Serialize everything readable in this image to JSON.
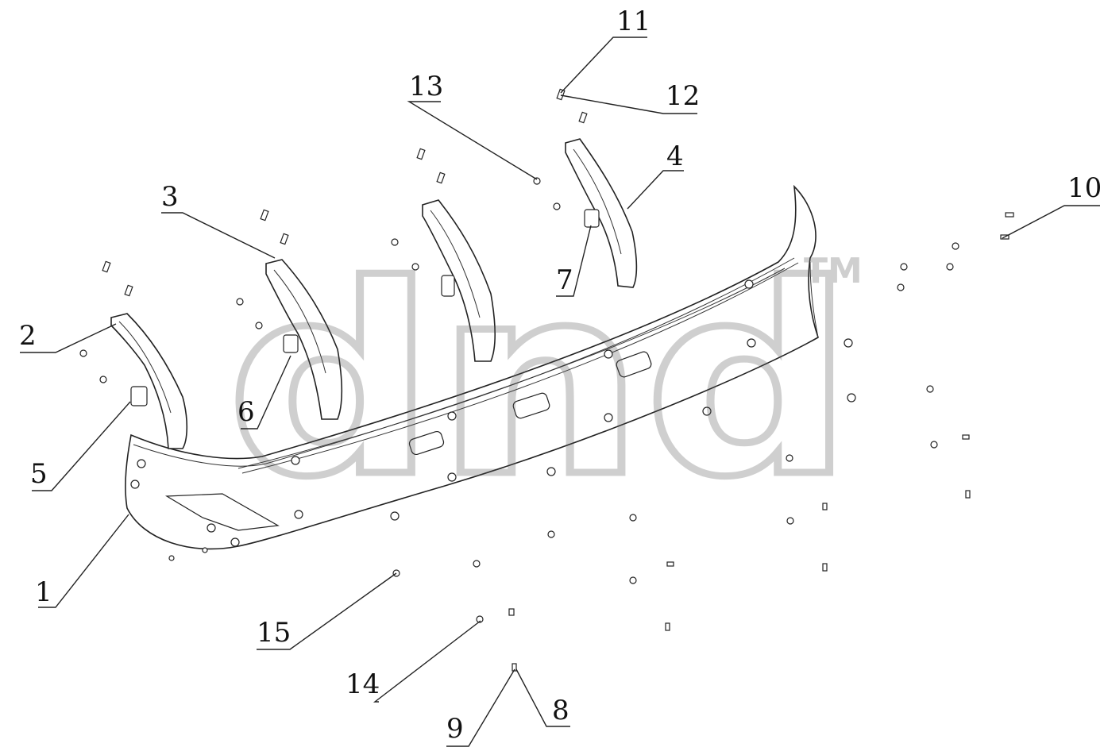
{
  "figure": {
    "watermark": {
      "text": "dnd",
      "trademark": "TM"
    },
    "callouts": [
      {
        "id": "callout-1",
        "number": "1"
      },
      {
        "id": "callout-2",
        "number": "2"
      },
      {
        "id": "callout-3",
        "number": "3"
      },
      {
        "id": "callout-4",
        "number": "4"
      },
      {
        "id": "callout-5",
        "number": "5"
      },
      {
        "id": "callout-6",
        "number": "6"
      },
      {
        "id": "callout-7",
        "number": "7"
      },
      {
        "id": "callout-8",
        "number": "8"
      },
      {
        "id": "callout-9",
        "number": "9"
      },
      {
        "id": "callout-10",
        "number": "10"
      },
      {
        "id": "callout-11",
        "number": "11"
      },
      {
        "id": "callout-12",
        "number": "12"
      },
      {
        "id": "callout-13",
        "number": "13"
      },
      {
        "id": "callout-14",
        "number": "14"
      },
      {
        "id": "callout-15",
        "number": "15"
      }
    ]
  }
}
